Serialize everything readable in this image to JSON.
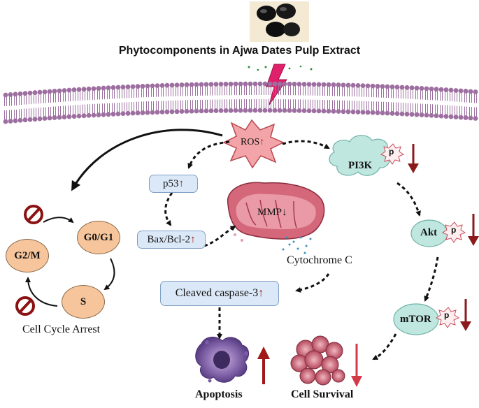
{
  "title": "Phytocomponents in Ajwa Dates Pulp Extract",
  "nodes": {
    "ros": "ROS",
    "p53": "p53",
    "bax": "Bax/Bcl-2",
    "mmp": "MMP",
    "cytochrome": "Cytochrome C",
    "caspase": "Cleaved caspase-3",
    "pi3k": "PI3K",
    "akt": "Akt",
    "mtor": "mTOR",
    "phospho": "p",
    "apoptosis": "Apoptosis",
    "survival": "Cell Survival"
  },
  "cell_cycle": {
    "g0g1": "G0/G1",
    "g2m": "G2/M",
    "s": "S",
    "caption": "Cell Cycle Arrest"
  },
  "arrows": {
    "up": "↑",
    "down": "↓"
  },
  "colors": {
    "up_arrow": "#a01818",
    "down_arrow": "#8b1a1a",
    "membrane": "#9d6fa0",
    "ros_fill": "#f3a4a8",
    "pi3k_fill": "#bfe6df",
    "box_fill": "#dbe8f7",
    "cycle_fill": "#f6c59c"
  }
}
